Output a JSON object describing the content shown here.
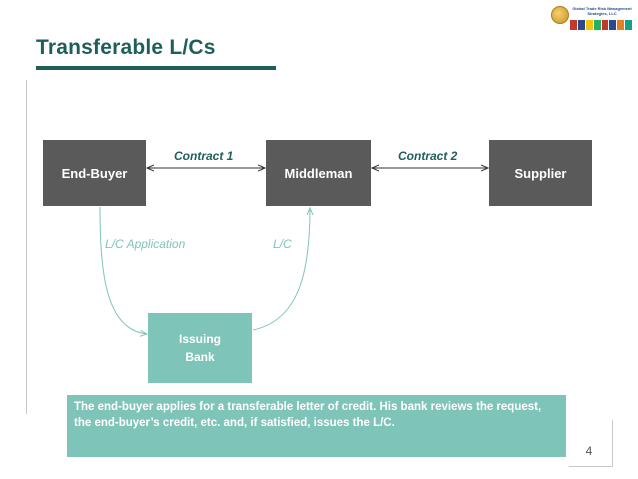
{
  "logo": {
    "name": "Global Trade Risk Management Strategies, LLC",
    "flag_colors": [
      "#c0392b",
      "#2b4a8c",
      "#f1c40f",
      "#27ae60",
      "#c0392b",
      "#2b4a8c",
      "#e67e22",
      "#16a085"
    ]
  },
  "title": "Transferable L/Cs",
  "nodes": {
    "end_buyer": "End-Buyer",
    "middleman": "Middleman",
    "supplier": "Supplier",
    "issuing_bank_line1": "Issuing",
    "issuing_bank_line2": "Bank"
  },
  "edges": {
    "contract1": "Contract 1",
    "contract2": "Contract 2",
    "lc_application": "L/C Application",
    "lc": "L/C"
  },
  "note": "The end-buyer applies for a transferable letter of credit.  His bank reviews the request, the end-buyer’s credit, etc. and, if satisfied, issues the L/C.",
  "page_number": "4",
  "colors": {
    "title": "#1f5f5b",
    "node_dark": "#5a5a5a",
    "node_teal": "#7fc4b8"
  }
}
